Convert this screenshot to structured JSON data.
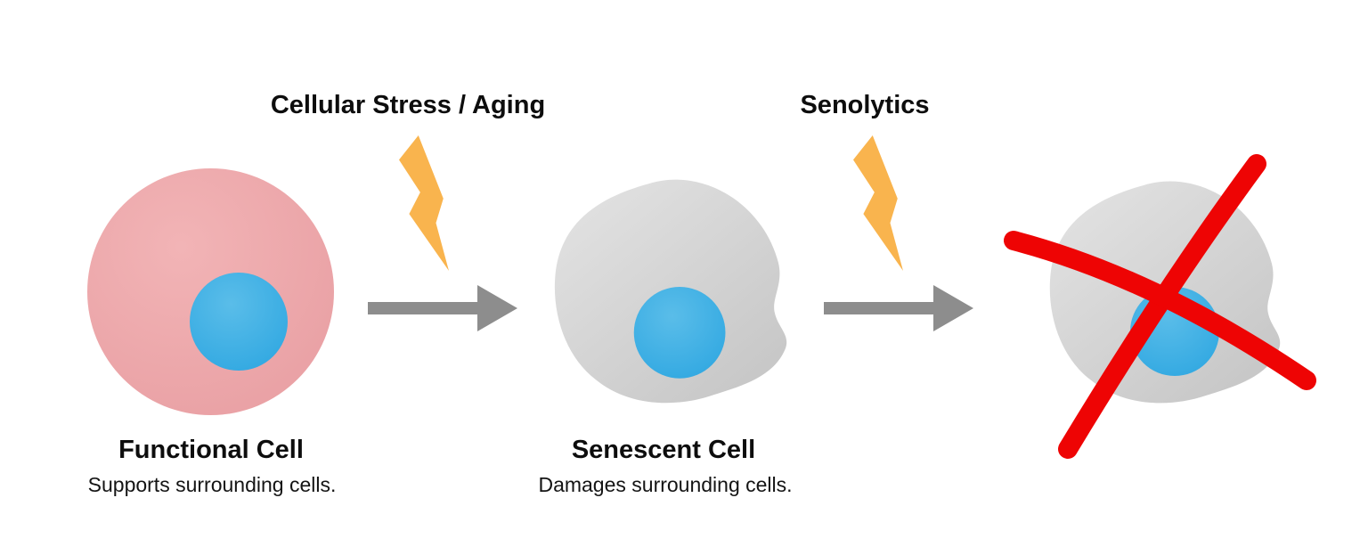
{
  "diagram": {
    "title_implicit": "Cellular senescence and senolytics diagram",
    "stage1": {
      "name": "Functional Cell",
      "caption": "Supports surrounding cells."
    },
    "stage2": {
      "name": "Senescent Cell",
      "caption": "Damages surrounding cells."
    },
    "transition1": {
      "label": "Cellular Stress / Aging"
    },
    "transition2": {
      "label": "Senolytics"
    }
  },
  "colors": {
    "cell_pink_light": "#F2B4B6",
    "cell_pink_dark": "#E89EA2",
    "nucleus_blue_light": "#5ABDE9",
    "nucleus_blue_dark": "#2FA7E1",
    "cell_gray_light": "#E4E4E4",
    "cell_gray_dark": "#C6C6C6",
    "arrow_gray": "#8D8D8D",
    "bolt_orange": "#F9B44E",
    "cross_red": "#EE0404",
    "text_black": "#0D0D0D",
    "background": "#FFFFFF"
  }
}
